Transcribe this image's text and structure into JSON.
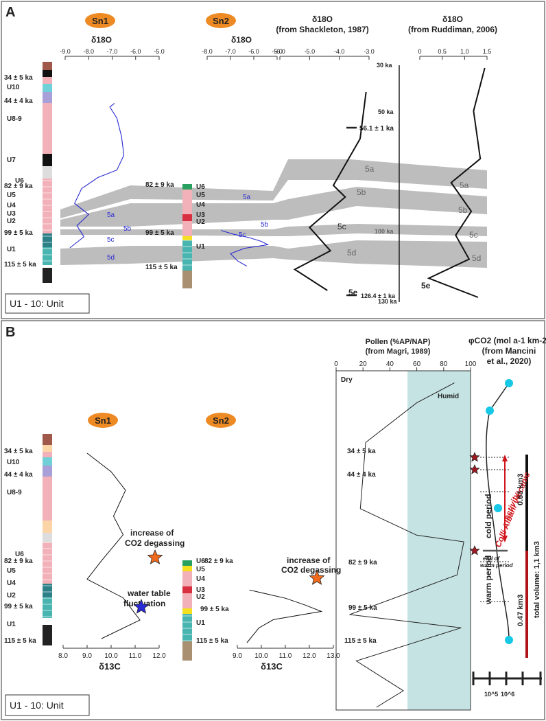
{
  "panels": {
    "A": {
      "label": "A",
      "badges": [
        "Sn1",
        "Sn2"
      ],
      "unit_legend": "U1 - 10: Unit",
      "d18o_label": "δ18O",
      "shackleton_title": "δ18O",
      "shackleton_sub": "(from Shackleton, 1987)",
      "ruddiman_title": "δ18O",
      "ruddiman_sub": "(from Ruddiman, 2006)",
      "sn1_ticks": [
        "-9.0",
        "-8.0",
        "-7.0",
        "-6.0",
        "-5.0"
      ],
      "sn2_ticks": [
        "-8.0",
        "-7.0",
        "-6.0",
        "-5.0"
      ],
      "shack_ticks": [
        "-6.0",
        "-5.0",
        "-4.0",
        "-3.0"
      ],
      "rudd_ticks": [
        "0",
        "0.5",
        "1.0",
        "1.5"
      ],
      "age_labels": [
        "30 ka",
        "50 ka",
        "100 ka",
        "130 ka"
      ],
      "age_56": "56.1 ± 1 ka",
      "age_126": "126.4 ± 1 ka",
      "sn1_ages": [
        "34 ± 5 ka",
        "44 ± 4 ka",
        "82 ± 9 ka",
        "99 ± 5 ka",
        "115 ± 5 ka"
      ],
      "sn1_units": [
        "U10",
        "U8-9",
        "U7",
        "U6",
        "U5",
        "U4",
        "U3",
        "U2",
        "U1"
      ],
      "sn2_ages": [
        "82 ± 9 ka",
        "99 ± 5 ka",
        "115 ± 5 ka"
      ],
      "sn2_units": [
        "U6",
        "U5",
        "U4",
        "U3",
        "U2",
        "U1"
      ],
      "substages": [
        "5a",
        "5b",
        "5c",
        "5d",
        "5e"
      ]
    },
    "B": {
      "label": "B",
      "badges": [
        "Sn1",
        "Sn2"
      ],
      "unit_legend": "U1 - 10: Unit",
      "d13c_label": "δ13C",
      "sn1_ticks": [
        "8.0",
        "9.0",
        "10.0",
        "11.0",
        "12.0"
      ],
      "sn2_ticks": [
        "9.0",
        "10.0",
        "11.0",
        "12.0",
        "13.0"
      ],
      "ann_increase": [
        "increase of",
        "CO2 degassing"
      ],
      "ann_water": [
        "water table",
        "fluctuation"
      ],
      "sn1_ages": [
        "34 ± 5 ka",
        "44 ± 4 ka",
        "82 ± 9 ka",
        "99 ± 5 ka",
        "115 ± 5 ka"
      ],
      "sn1_units": [
        "U10",
        "U8-9",
        "U6",
        "U5",
        "U4",
        "U2",
        "U1"
      ],
      "sn2_ages": [
        "82 ± 9 ka",
        "99 ± 5 ka",
        "115 ± 5 ka"
      ],
      "sn2_units": [
        "U6",
        "U5",
        "U4",
        "U3",
        "U2",
        "U1"
      ],
      "pollen_title": "Pollen (%AP/NAP)",
      "pollen_sub": "(from Magri, 1989)",
      "pollen_ticks": [
        "0",
        "20",
        "40",
        "60",
        "80",
        "100"
      ],
      "dry": "Dry",
      "humid": "Humid",
      "pollen_ages": [
        "34 ± 5 ka",
        "44 ± 4 ka",
        "82 ± 9 ka",
        "99 ± 5 ka",
        "115 ± 5 ka"
      ],
      "co2_title": "φCO2 (mol a-1 km-2)",
      "co2_sub1": "(from Mancini",
      "co2_sub2": "et al., 2020)",
      "cold_period": "cold period",
      "warm_period": "warm period",
      "colli": [
        "Colli Albani volcanic",
        "activity"
      ],
      "end_warm": [
        "end of",
        "warm period"
      ],
      "vol_063": "0.63 km3",
      "vol_047": "0.47 km3",
      "total_volume": "total volume: 1,1 km3",
      "co2_ticks": [
        "10^5",
        "10^6"
      ]
    }
  },
  "colors": {
    "badge": "#ee8a24",
    "gray_band": "#bdbdbd",
    "blue_curve": "#2a2ad0",
    "humid_fill": "#c6e3e3",
    "cyan_marker": "#17c7e6",
    "red": "#d0161c",
    "star_orange": "#f26a1b",
    "star_blue": "#2a2ad6",
    "star_dark": "#9e1a22"
  },
  "chart_data": [
    {
      "type": "line",
      "panel": "A",
      "series": [
        {
          "name": "Sn1",
          "axis_range": [
            -9.0,
            -5.0
          ],
          "points": [
            [
              -6.9,
              0.12
            ],
            [
              -7.1,
              0.14
            ],
            [
              -6.8,
              0.2
            ],
            [
              -6.6,
              0.3
            ],
            [
              -6.5,
              0.4
            ],
            [
              -6.8,
              0.48
            ],
            [
              -7.6,
              0.52
            ],
            [
              -8.3,
              0.58
            ],
            [
              -8.6,
              0.66
            ],
            [
              -8.0,
              0.72
            ],
            [
              -8.5,
              0.78
            ],
            [
              -8.2,
              0.84
            ],
            [
              -8.8,
              0.9
            ]
          ]
        },
        {
          "name": "Sn2",
          "axis_range": [
            -8.0,
            -5.0
          ],
          "points": [
            [
              -7.4,
              0.52
            ],
            [
              -6.9,
              0.56
            ],
            [
              -6.2,
              0.6
            ],
            [
              -5.7,
              0.64
            ],
            [
              -5.4,
              0.68
            ],
            [
              -6.4,
              0.72
            ],
            [
              -7.0,
              0.78
            ],
            [
              -6.7,
              0.86
            ],
            [
              -6.3,
              0.92
            ]
          ]
        },
        {
          "name": "Shackleton 1987",
          "axis_range": [
            -6.0,
            -3.0
          ],
          "points": [
            [
              -3.1,
              0.1
            ],
            [
              -3.3,
              0.3
            ],
            [
              -4.2,
              0.5
            ],
            [
              -3.8,
              0.55
            ],
            [
              -5.0,
              0.68
            ],
            [
              -4.3,
              0.78
            ],
            [
              -5.5,
              0.86
            ],
            [
              -4.4,
              0.95
            ]
          ]
        },
        {
          "name": "Ruddiman 2006",
          "axis_range": [
            0,
            1.5
          ],
          "points": [
            [
              1.45,
              0.02
            ],
            [
              1.2,
              0.2
            ],
            [
              1.35,
              0.4
            ],
            [
              0.7,
              0.5
            ],
            [
              1.15,
              0.62
            ],
            [
              0.8,
              0.72
            ],
            [
              1.1,
              0.82
            ],
            [
              0.2,
              0.9
            ],
            [
              1.3,
              0.98
            ]
          ]
        }
      ]
    },
    {
      "type": "line",
      "panel": "B",
      "series": [
        {
          "name": "Sn1",
          "axis_range": [
            8.0,
            12.0
          ],
          "points": [
            [
              9.0,
              0.0
            ],
            [
              10.0,
              0.1
            ],
            [
              10.6,
              0.2
            ],
            [
              10.1,
              0.34
            ],
            [
              10.5,
              0.44
            ],
            [
              9.6,
              0.58
            ],
            [
              9.0,
              0.68
            ],
            [
              10.5,
              0.78
            ],
            [
              11.2,
              0.9
            ],
            [
              9.6,
              1.0
            ]
          ]
        },
        {
          "name": "Sn2",
          "axis_range": [
            9.0,
            13.0
          ],
          "points": [
            [
              9.5,
              0.36
            ],
            [
              11.0,
              0.46
            ],
            [
              11.8,
              0.54
            ],
            [
              12.5,
              0.62
            ],
            [
              10.5,
              0.72
            ],
            [
              9.9,
              0.82
            ],
            [
              9.4,
              1.0
            ]
          ]
        },
        {
          "name": "Pollen %AP/NAP",
          "axis_range": [
            0,
            100
          ],
          "points": [
            [
              88,
              0.02
            ],
            [
              60,
              0.08
            ],
            [
              22,
              0.2
            ],
            [
              18,
              0.4
            ],
            [
              60,
              0.48
            ],
            [
              95,
              0.5
            ],
            [
              90,
              0.6
            ],
            [
              10,
              0.72
            ],
            [
              93,
              0.76
            ],
            [
              15,
              0.86
            ],
            [
              50,
              0.95
            ],
            [
              30,
              1.0
            ]
          ]
        }
      ]
    }
  ]
}
